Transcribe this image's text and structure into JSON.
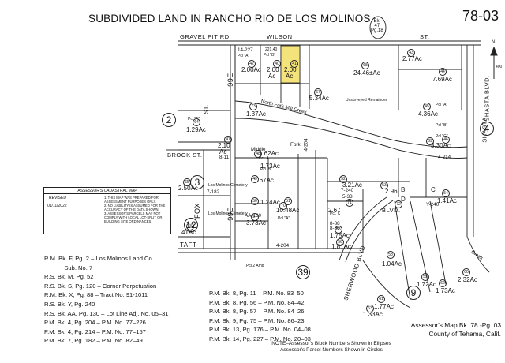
{
  "header": {
    "title": "SUBDIVIDED LAND IN RANCHO RIO DE LOS MOLINOS",
    "map_number": "78-03",
    "book_ref": [
      "Bk.",
      "47",
      "Pg.18"
    ]
  },
  "streets": {
    "gravel_pit": "GRAVEL PIT RD.",
    "wilson": "WILSON",
    "st_top": "ST.",
    "brook": "BROOK ST.",
    "taft": "TAFT",
    "fox": "FOX",
    "hwy99e_top": "99E",
    "hwy99e_mid": "99E",
    "shasta_blvd": "SHASTA BLVD.",
    "sherwood": "SHERWOOD BLVD.",
    "blvd": "BLVD.",
    "north_fork": "North Fork Mill Creek",
    "middle": "Middle",
    "fork": "Fork",
    "st_left": "ST.",
    "creek": "Creek",
    "shasta_bottom": "SHASTA"
  },
  "north_arrow": {
    "label": "N",
    "scale": "400"
  },
  "parcels": [
    {
      "t": "14-227",
      "s": "small"
    },
    {
      "t": "Pcl \"A\"",
      "s": "tiny"
    },
    {
      "t": "2.00Ac",
      "s": "num"
    },
    {
      "t": "221.40",
      "s": "tiny"
    },
    {
      "t": "Pcl \"B\"",
      "s": "tiny"
    },
    {
      "t": "2.00",
      "s": "num"
    },
    {
      "t": "Ac",
      "s": "num"
    },
    {
      "t": "2.00",
      "s": "num"
    },
    {
      "t": "Ac",
      "s": "num"
    },
    {
      "t": "2.77Ac",
      "s": "num"
    },
    {
      "t": "24.46±Ac",
      "s": "num"
    },
    {
      "t": "5.34Ac",
      "s": "num"
    },
    {
      "t": "7.69Ac",
      "s": "num"
    },
    {
      "t": "4.36Ac",
      "s": "num"
    },
    {
      "t": "1.37Ac",
      "s": "num"
    },
    {
      "t": "1.29Ac",
      "s": "num"
    },
    {
      "t": "2.10",
      "s": "num"
    },
    {
      "t": "Ac",
      "s": "num"
    },
    {
      "t": "1.62Ac",
      "s": "num"
    },
    {
      "t": "1.73Ac",
      "s": "num"
    },
    {
      "t": "3.30Ac",
      "s": "num"
    },
    {
      "t": "2.50Ac",
      "s": "num"
    },
    {
      "t": "1.67Ac",
      "s": "num"
    },
    {
      "t": "1.24Ac",
      "s": "num"
    },
    {
      "t": "10.48Ac",
      "s": "num"
    },
    {
      "t": "2.67",
      "s": "num"
    },
    {
      "t": "3.21Ac",
      "s": "num"
    },
    {
      "t": "2.96",
      "s": "num"
    },
    {
      "t": "1.41Ac",
      "s": "num"
    },
    {
      "t": "3.73Ac",
      "s": "num"
    },
    {
      "t": "1.75Ac",
      "s": "num"
    },
    {
      "t": "1.81Ac",
      "s": "num"
    },
    {
      "t": "41Ac",
      "s": "num"
    },
    {
      "t": "1.04Ac",
      "s": "num"
    },
    {
      "t": "1.72Ac",
      "s": "num"
    },
    {
      "t": "2.32Ac",
      "s": "num"
    },
    {
      "t": "1.77Ac",
      "s": "num"
    },
    {
      "t": "1.73Ac",
      "s": "num"
    },
    {
      "t": "1.33Ac",
      "s": "num"
    },
    {
      "t": "Unsurveyed Remainder",
      "s": "tiny"
    },
    {
      "t": "Pcl \"A\"",
      "s": "tiny"
    },
    {
      "t": "Pcl \"B\"",
      "s": "tiny"
    },
    {
      "t": "Pcl \"C\"",
      "s": "tiny"
    },
    {
      "t": "Pcl \"A\"",
      "s": "tiny"
    },
    {
      "t": "Pcl. B",
      "s": "tiny"
    },
    {
      "t": "Pcl. A",
      "s": "tiny"
    },
    {
      "t": "Pcl. C",
      "s": "tiny"
    },
    {
      "t": "Pcl \"A\"",
      "s": "tiny"
    },
    {
      "t": "Los Molinos Cemetery",
      "s": "tiny"
    },
    {
      "t": "Los Molinos Cemetery",
      "s": "tiny"
    },
    {
      "t": "4-204",
      "s": "small"
    },
    {
      "t": "4-214",
      "s": "small"
    },
    {
      "t": "7-182",
      "s": "small"
    },
    {
      "t": "4-204",
      "s": "small"
    },
    {
      "t": "AA-130",
      "s": "small"
    },
    {
      "t": "8-88",
      "s": "small"
    },
    {
      "t": "5-33",
      "s": "small"
    },
    {
      "t": "8-56",
      "s": "small"
    },
    {
      "t": "Y-240",
      "s": "small"
    },
    {
      "t": "8-11",
      "s": "small"
    },
    {
      "t": "7-240",
      "s": "small"
    },
    {
      "t": "Pcl 2 Amd",
      "s": "tiny"
    },
    {
      "t": "B",
      "s": "num"
    },
    {
      "t": "C",
      "s": "num"
    },
    {
      "t": "D",
      "s": "num"
    }
  ],
  "circles": [
    "2",
    "3",
    "4",
    "9",
    "12",
    "39",
    "73",
    "40",
    "41",
    "42",
    "43",
    "44",
    "45",
    "46",
    "47",
    "48",
    "49",
    "50",
    "51",
    "52",
    "53",
    "54",
    "55",
    "56",
    "57",
    "58",
    "59",
    "60",
    "61",
    "62",
    "63",
    "64",
    "65",
    "66",
    "67",
    "68",
    "69",
    "70",
    "71",
    "72"
  ],
  "cadastral_box": {
    "title": "ASSESSOR'S CADASTRAL MAP",
    "revised_label": "REVISED",
    "revised_date": "01/11/2022",
    "note_1": "1. THIS MAP WAS PREPARED FOR ASSESSMENT PURPOSES ONLY.",
    "note_2": "2. NO LIABILITY IS ASSUMED FOR THE ACCURACY OF THE DATA SHOWN.",
    "note_3": "3. ASSESSOR'S PARCELS MAY NOT COMPLY WITH LOCAL LOT-SPLIT OR BUILDING SITE ORDINANCES."
  },
  "references_left": [
    "R.M. Bk. F, Pg. 2 – Los Molinos Land Co.",
    "            Sub. No. 7",
    "R.S. Bk. M, Pg. 52",
    "R.S. Bk. S, Pg. 120 – Corner Perpetuation",
    "R.M. Bk. X, Pg. 88 – Tract No. 91-1011",
    "R.S. Bk. Y, Pg. 240",
    "R.S. Bk. AA, Pg. 130 – Lot Line Adj. No. 05–31",
    "P.M. Bk. 4, Pg. 204 – P.M. No. 77–226",
    "P.M. Bk. 4, Pg. 214 – P.M. No. 77–157",
    "P.M. Bk. 7, Pg. 182 – P.M. No. 82–49"
  ],
  "references_right": [
    "P.M. Bk. 8, Pg. 11 – P.M. No. 83–50",
    "P.M. Bk. 8, Pg. 56 – P.M. No. 84–42",
    "P.M. Bk. 8, Pg. 57 – P.M. No. 84–26",
    "P.M. Bk. 9, Pg. 75 – P.M. No. 86–23",
    "P.M. Bk. 13, Pg. 176 – P.M. No. 04–08",
    "P.M. Bk. 14, Pg. 227 – P.M. No. 20–03"
  ],
  "footer": {
    "line1": "Assessor's Map Bk. 78 -Pg. 03",
    "line2": "County of Tehama, Calif.",
    "note1": "NOTE–Assessor's Block Numbers Shown in Ellipses",
    "note2": "Assessor's Parcel Numbers Shown in Circles"
  },
  "colors": {
    "highlight": "#f4e27a",
    "ink": "#111111"
  }
}
